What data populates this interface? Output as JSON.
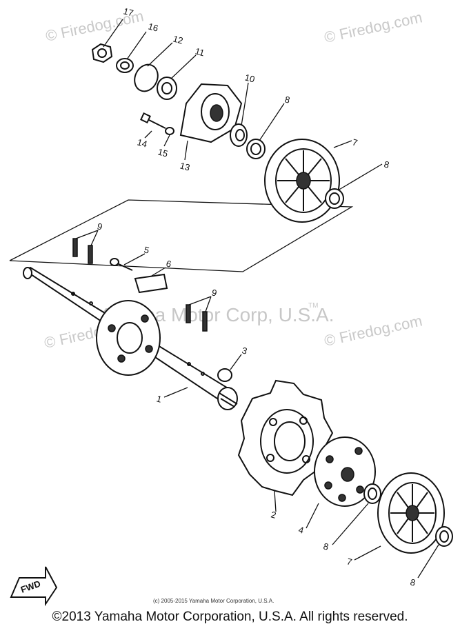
{
  "watermarks": {
    "top_left": "© Firedog.com",
    "top_right": "© Firedog.com",
    "mid_left": "© Firedog.com",
    "mid_right": "© Firedog.com",
    "center": "Yamaha Motor Corp, U.S.A.",
    "tm": "TM"
  },
  "callouts": [
    "17",
    "16",
    "12",
    "11",
    "10",
    "8",
    "7",
    "8",
    "14",
    "15",
    "13",
    "9",
    "5",
    "6",
    "9",
    "3",
    "1",
    "2",
    "4",
    "8",
    "7",
    "8"
  ],
  "fwd_label": "FWD",
  "small_copyright": "(c) 2005-2015 Yamaha Motor Corporation, U.S.A.",
  "footer": "©2013 Yamaha Motor Corporation, U.S.A. All rights reserved."
}
